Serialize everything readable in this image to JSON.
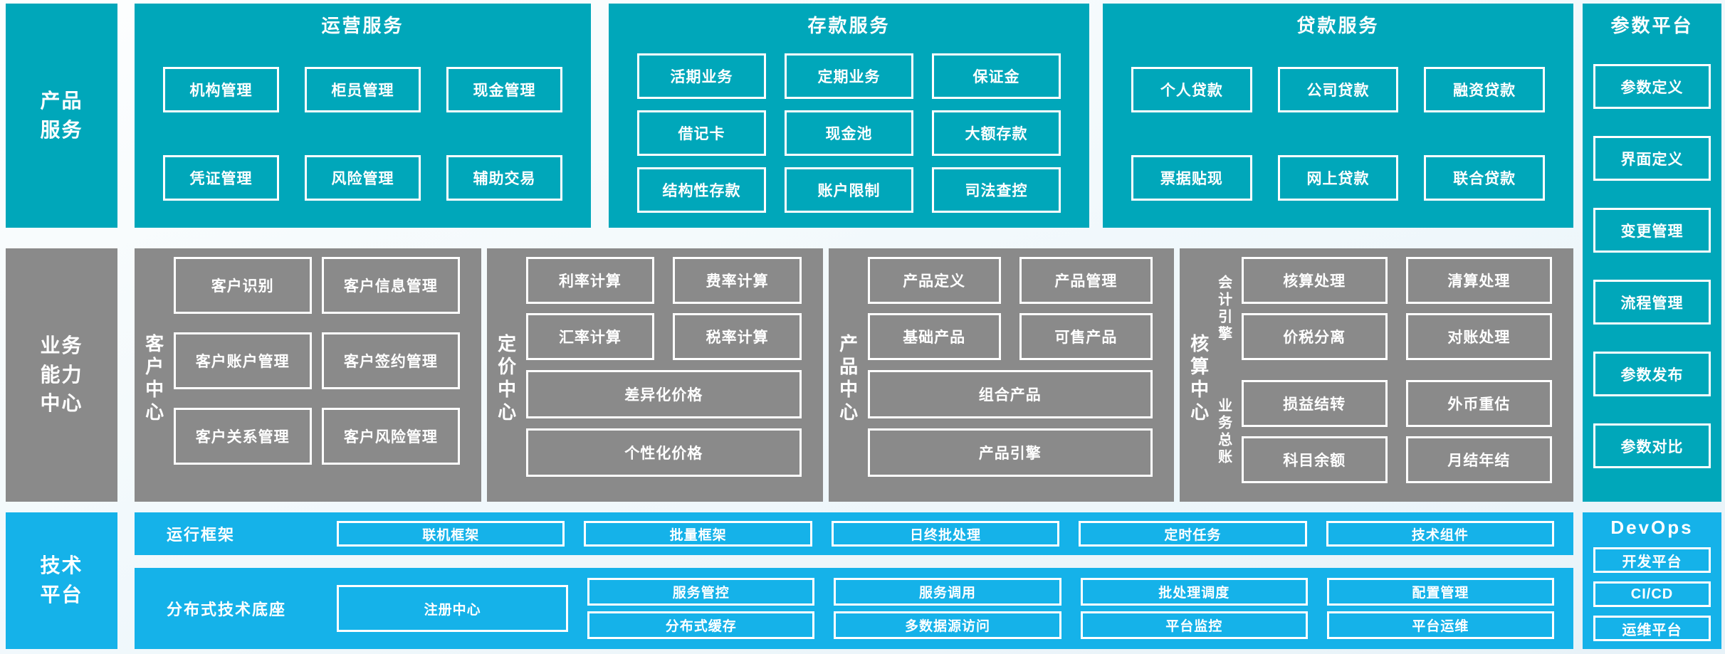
{
  "colors": {
    "teal": "#00a7ba",
    "gray": "#8a8a8a",
    "blue": "#15b2e9",
    "box_border": "#ffffff",
    "text": "#ffffff",
    "background": "#eef6f9"
  },
  "left_rail": {
    "product_services_lines": [
      "产品",
      "服务"
    ],
    "business_capability_lines": [
      "业务",
      "能力",
      "中心"
    ],
    "tech_platform_lines": [
      "技术",
      "平台"
    ]
  },
  "top_panels": [
    {
      "title": "运营服务",
      "items": [
        "机构管理",
        "柜员管理",
        "现金管理",
        "凭证管理",
        "风险管理",
        "辅助交易"
      ]
    },
    {
      "title": "存款服务",
      "items": [
        "活期业务",
        "定期业务",
        "保证金",
        "借记卡",
        "现金池",
        "大额存款",
        "结构性存款",
        "账户限制",
        "司法查控"
      ]
    },
    {
      "title": "贷款服务",
      "items": [
        "个人贷款",
        "公司贷款",
        "融资贷款",
        "票据贴现",
        "网上贷款",
        "联合贷款"
      ]
    }
  ],
  "param_platform": {
    "title": "参数平台",
    "items": [
      "参数定义",
      "界面定义",
      "变更管理",
      "流程管理",
      "参数发布",
      "参数对比"
    ]
  },
  "centers": {
    "customer": {
      "label": "客户中心",
      "items": [
        "客户识别",
        "客户信息管理",
        "客户账户管理",
        "客户签约管理",
        "客户关系管理",
        "客户风险管理"
      ]
    },
    "pricing": {
      "label": "定价中心",
      "items": [
        "利率计算",
        "费率计算",
        "汇率计算",
        "税率计算"
      ],
      "wide_items": [
        "差异化价格",
        "个性化价格"
      ]
    },
    "product": {
      "label": "产品中心",
      "items": [
        "产品定义",
        "产品管理",
        "基础产品",
        "可售产品"
      ],
      "wide_items": [
        "组合产品",
        "产品引擎"
      ]
    },
    "accounting": {
      "label": "核算中心",
      "groups": [
        {
          "label": "会计引擎",
          "items": [
            "核算处理",
            "清算处理",
            "价税分离",
            "对账处理"
          ]
        },
        {
          "label": "业务总账",
          "items": [
            "损益结转",
            "外币重估",
            "科目余额",
            "月结年结"
          ]
        }
      ]
    }
  },
  "tech": {
    "runtime": {
      "label": "运行框架",
      "items": [
        "联机框架",
        "批量框架",
        "日终批处理",
        "定时任务",
        "技术组件"
      ]
    },
    "distributed": {
      "label": "分布式技术底座",
      "registry": "注册中心",
      "rows": [
        [
          "服务管控",
          "服务调用",
          "批处理调度",
          "配置管理"
        ],
        [
          "分布式缓存",
          "多数据源访问",
          "平台监控",
          "平台运维"
        ]
      ]
    }
  },
  "devops": {
    "title": "DevOps",
    "items": [
      "开发平台",
      "CI/CD",
      "运维平台"
    ]
  }
}
